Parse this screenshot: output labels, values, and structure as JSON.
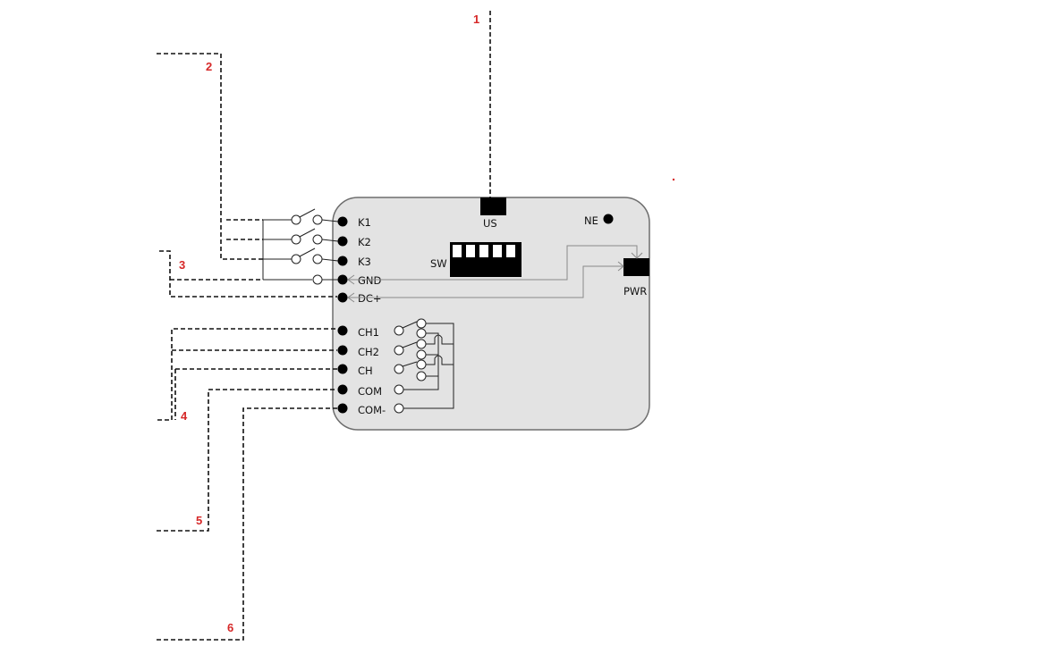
{
  "colors": {
    "board_fill": "#e3e3e3",
    "board_stroke": "#6e6e6e",
    "callout": "#d62828",
    "line": "#111111",
    "wire": "#444444"
  },
  "callouts": [
    "1",
    "2",
    "3",
    "4",
    "5",
    "6"
  ],
  "connectors": {
    "us": "US",
    "ne": "NE",
    "pwr": "PWR",
    "sw": "SW"
  },
  "terminals": [
    "K1",
    "K2",
    "K3",
    "GND",
    "DC+",
    "CH1",
    "CH2",
    "CH",
    "COM",
    "COM-"
  ]
}
